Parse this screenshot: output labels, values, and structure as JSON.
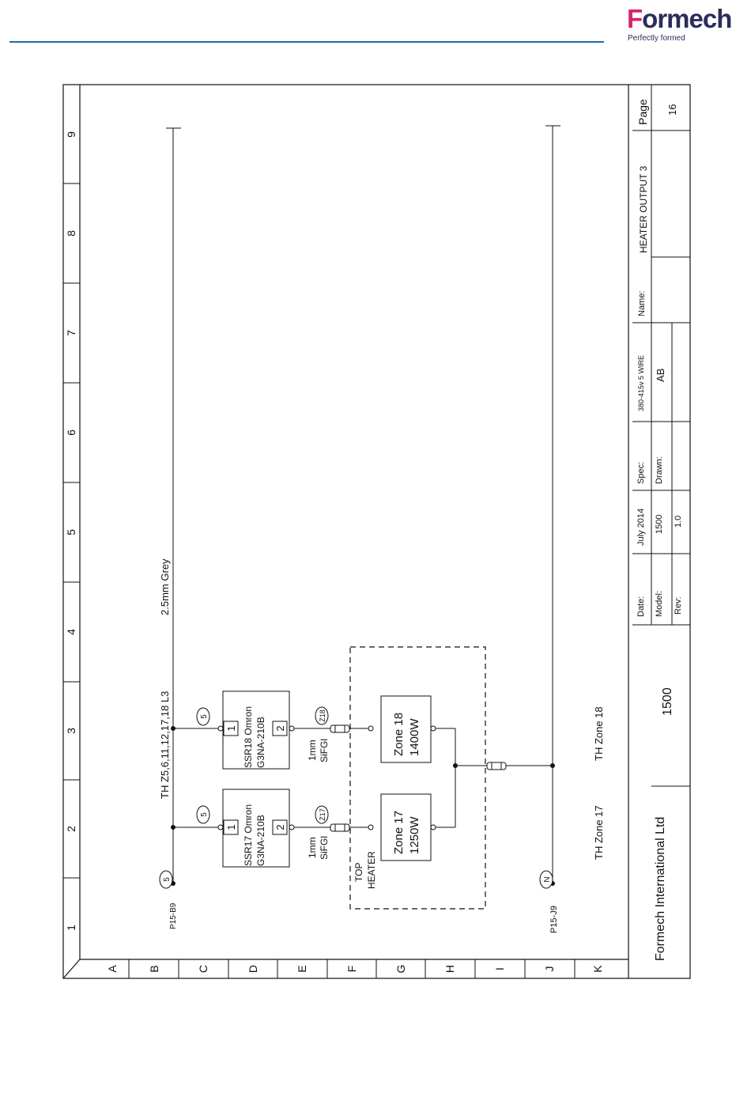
{
  "brand": {
    "name": "Formech",
    "tagline": "Perfectly formed",
    "color_primary": "#2b2d5b",
    "color_accent": "#d6246e",
    "rule_color": "#1f6aa5"
  },
  "grid": {
    "columns": [
      "1",
      "2",
      "3",
      "4",
      "5",
      "6",
      "7",
      "8",
      "9"
    ],
    "rows": [
      "A",
      "B",
      "C",
      "D",
      "E",
      "F",
      "G",
      "H",
      "I",
      "J",
      "K"
    ]
  },
  "schematic": {
    "line_label": "TH Z5,6,11,12,17,18 L3",
    "wire_label": "2.5mm Grey",
    "terminal_top": {
      "ref": "P15-B9",
      "tag": "5"
    },
    "terminal_bottom": {
      "ref": "P15-J9",
      "tag": "N"
    },
    "ssr17": {
      "name": "SSR17 Omron",
      "part": "G3NA-210B",
      "pin1": "1",
      "pin2": "2",
      "tag": "5",
      "wire_tag": "Z17"
    },
    "ssr18": {
      "name": "SSR18 Omron",
      "part": "G3NA-210B",
      "pin1": "1",
      "pin2": "2",
      "tag": "5",
      "wire_tag": "Z18"
    },
    "wire17": {
      "size": "1mm",
      "type": "SiFGl"
    },
    "wire18": {
      "size": "1mm",
      "type": "SiFGl"
    },
    "heater_group": {
      "label_line1": "TOP",
      "label_line2": "HEATER"
    },
    "zone17": {
      "name": "Zone 17",
      "power": "1250W"
    },
    "zone18": {
      "name": "Zone 18",
      "power": "1400W"
    },
    "th_zone17": "TH Zone 17",
    "th_zone18": "TH Zone 18"
  },
  "title_block": {
    "company": "Formech International Ltd",
    "model_big": "1500",
    "date_label": "Date:",
    "date_value": "July 2014",
    "model_label": "Model:",
    "model_value": "1500",
    "rev_label": "Rev:",
    "rev_value": "1.0",
    "spec_label": "Spec:",
    "spec_value": "380-415v 5 WIRE",
    "drawn_label": "Drawn:",
    "drawn_value": "AB",
    "name_label": "Name:",
    "name_value": "HEATER OUTPUT 3",
    "page_label": "Page",
    "page_value": "16"
  }
}
